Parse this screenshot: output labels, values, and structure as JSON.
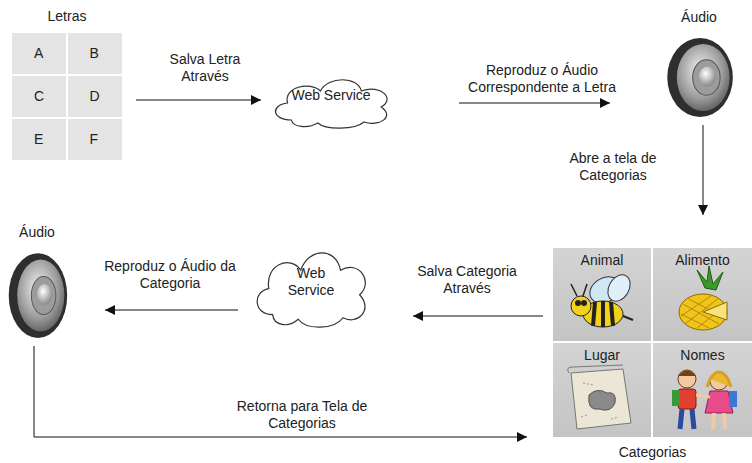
{
  "diagram": {
    "nodes": [
      {
        "text": [
          "Letras"
        ]
      },
      {
        "text": [
          "A"
        ],
        "in": 0
      },
      {
        "text": [
          "B"
        ],
        "in": 0
      },
      {
        "text": [
          "C"
        ],
        "in": 0
      },
      {
        "text": [
          "D"
        ],
        "in": 0
      },
      {
        "text": [
          "E"
        ],
        "in": 0
      },
      {
        "text": [
          "F"
        ],
        "in": 0
      },
      {
        "text": [
          "Web Service"
        ]
      },
      {
        "text": [
          "Áudio"
        ]
      },
      {
        "text": [
          "Categorias"
        ]
      },
      {
        "text": [
          "Animal"
        ],
        "in": 9
      },
      {
        "text": [
          "Alimento"
        ],
        "in": 9
      },
      {
        "text": [
          "Lugar"
        ],
        "in": 9
      },
      {
        "text": [
          "Nomes"
        ],
        "in": 9
      },
      {
        "text": [
          "Web Service"
        ]
      },
      {
        "text": [
          "Áudio"
        ]
      }
    ],
    "edges": [
      {
        "from": 0,
        "to": 7,
        "label": "Salva Letra Através",
        "arrow": "to"
      },
      {
        "from": 7,
        "to": 8,
        "label": "Reproduz o Áudio Correspondente a Letra",
        "arrow": "to"
      },
      {
        "from": 8,
        "to": 9,
        "label": "Abre a tela de Categorias",
        "arrow": "to"
      },
      {
        "from": 9,
        "to": 14,
        "label": "Salva Categoria Através",
        "arrow": "to"
      },
      {
        "from": 14,
        "to": 15,
        "label": "Reproduz o Áudio da Categoria",
        "arrow": "to"
      },
      {
        "from": 15,
        "to": 9,
        "label": "Retorna para Tela de Categorias",
        "arrow": "to"
      }
    ]
  }
}
